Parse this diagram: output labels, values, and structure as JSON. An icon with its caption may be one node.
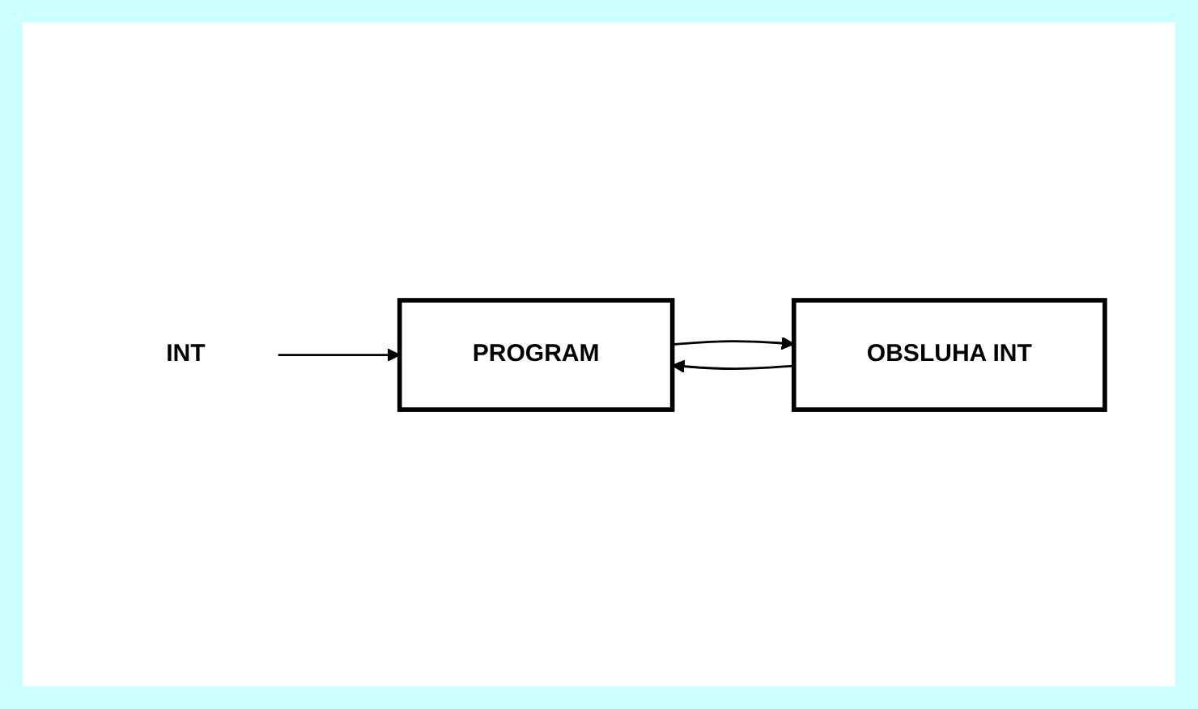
{
  "diagram": {
    "nodes": [
      {
        "text": [
          "PROGRAM"
        ]
      },
      {
        "text": [
          "OBSLUHA INT"
        ]
      },
      {
        "text": [
          "INT"
        ]
      }
    ],
    "edges": [
      {
        "from": 2,
        "to": 0,
        "arrow": "to"
      },
      {
        "from": 0,
        "to": 1,
        "arrow": "to"
      },
      {
        "from": 1,
        "to": 0,
        "arrow": "to"
      }
    ]
  }
}
